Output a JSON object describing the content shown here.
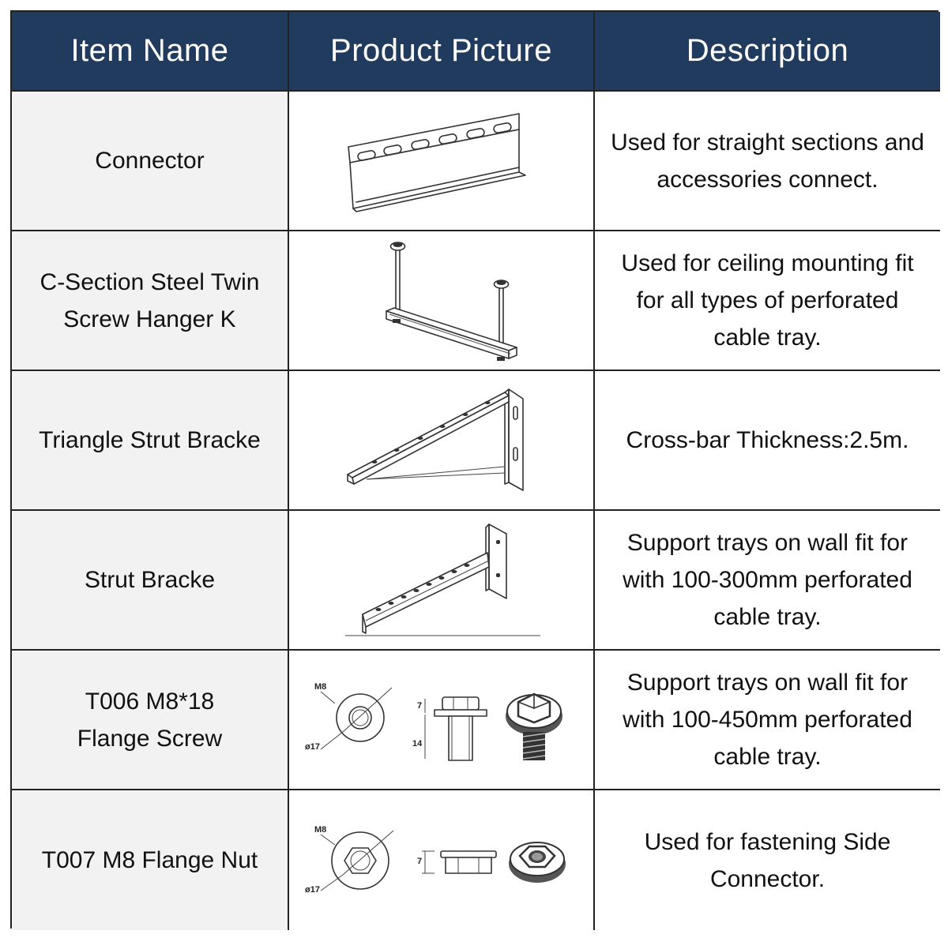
{
  "header": {
    "col1": "Item Name",
    "col2": "Product Picture",
    "col3": "Description"
  },
  "rows": [
    {
      "name_lines": [
        "Connector"
      ],
      "picture_icon": "connector-plate-icon",
      "desc_lines": [
        "Used for straight sections and",
        "accessories connect."
      ]
    },
    {
      "name_lines": [
        "C-Section Steel Twin",
        "Screw Hanger K"
      ],
      "picture_icon": "twin-screw-hanger-icon",
      "desc_lines": [
        "Used for ceiling mounting fit",
        "for all types of perforated",
        "cable tray."
      ]
    },
    {
      "name_lines": [
        "Triangle Strut Bracke"
      ],
      "picture_icon": "triangle-strut-bracket-icon",
      "desc_lines": [
        "Cross-bar Thickness:2.5m."
      ]
    },
    {
      "name_lines": [
        "Strut Bracke"
      ],
      "picture_icon": "strut-bracket-icon",
      "desc_lines": [
        "Support trays on wall fit for",
        "with 100-300mm perforated",
        "cable tray."
      ]
    },
    {
      "name_lines": [
        "T006 M8*18",
        "Flange Screw"
      ],
      "picture_icon": "flange-screw-drawing-icon",
      "picture_labels": {
        "thread": "M8",
        "diameter": "ø17",
        "head_height": "7",
        "shank_length": "14"
      },
      "desc_lines": [
        "Support trays on wall fit for",
        "with 100-450mm perforated",
        "cable tray."
      ]
    },
    {
      "name_lines": [
        "T007 M8 Flange Nut"
      ],
      "picture_icon": "flange-nut-drawing-icon",
      "picture_labels": {
        "thread": "M8",
        "diameter": "ø17",
        "height": "7"
      },
      "desc_lines": [
        "Used for fastening Side",
        "Connector."
      ]
    }
  ],
  "colors": {
    "header_bg": "#213b5f",
    "header_text": "#ffffff",
    "name_col_bg": "#f2f2f2",
    "border": "#222222"
  }
}
